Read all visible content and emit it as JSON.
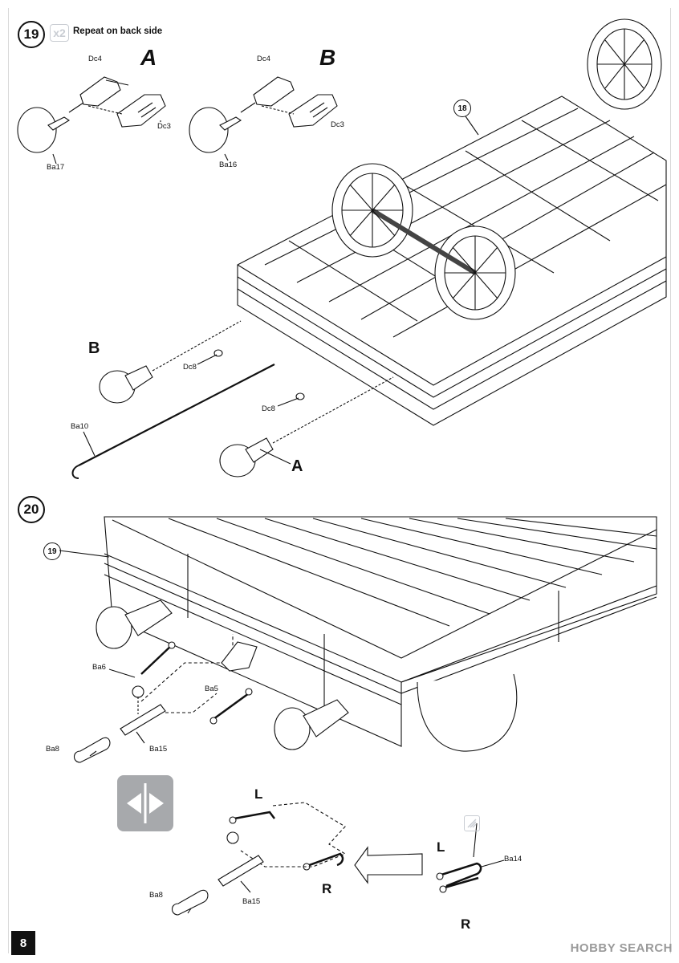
{
  "page_number": "8",
  "watermark": "HOBBY SEARCH",
  "step19": {
    "number": "19",
    "multiplier": "x2",
    "instruction": "Repeat on back side",
    "variant_a": "A",
    "variant_b": "B",
    "ref_step": "18",
    "labels": {
      "dc4_a": "Dc4",
      "dc3_a": "Dc3",
      "ba17": "Ba17",
      "dc4_b": "Dc4",
      "dc3_b": "Dc3",
      "ba16": "Ba16",
      "dc8_1": "Dc8",
      "dc8_2": "Dc8",
      "ba10": "Ba10",
      "callout_b": "B",
      "callout_a": "A"
    }
  },
  "step20": {
    "number": "20",
    "ref_step": "19",
    "labels": {
      "ba6": "Ba6",
      "ba5": "Ba5",
      "ba15_1": "Ba15",
      "ba8_1": "Ba8",
      "l_1": "L",
      "r_1": "R",
      "ba15_2": "Ba15",
      "ba8_2": "Ba8",
      "l_2": "L",
      "ba14": "Ba14",
      "r_2": "R"
    }
  },
  "colors": {
    "ink": "#111111",
    "symbol_gray": "#a7a9ac",
    "badge_gray": "#c9cdd3"
  },
  "icons": [
    "symmetric-assembly-icon",
    "paint-icon"
  ]
}
